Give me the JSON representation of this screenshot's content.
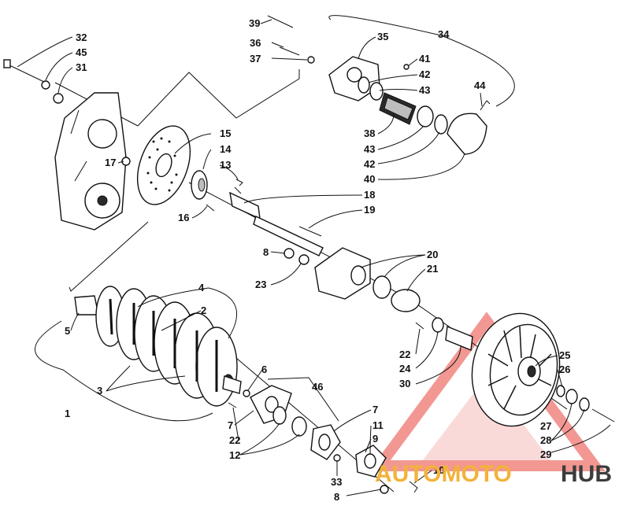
{
  "labels": {
    "l1": "1",
    "l2": "2",
    "l3": "3",
    "l4": "4",
    "l5": "5",
    "l6": "6",
    "l7a": "7",
    "l7b": "7",
    "l8a": "8",
    "l8b": "8",
    "l9": "9",
    "l10": "10",
    "l11": "11",
    "l12": "12",
    "l13": "13",
    "l14": "14",
    "l15": "15",
    "l16": "16",
    "l17": "17",
    "l18": "18",
    "l19": "19",
    "l20": "20",
    "l21": "21",
    "l22a": "22",
    "l22b": "22",
    "l23": "23",
    "l24": "24",
    "l25": "25",
    "l26": "26",
    "l27": "27",
    "l28": "28",
    "l29": "29",
    "l30": "30",
    "l31": "31",
    "l32": "32",
    "l33": "33",
    "l34": "34",
    "l35": "35",
    "l36": "36",
    "l37": "37",
    "l38": "38",
    "l39": "39",
    "l40": "40",
    "l41": "41",
    "l42a": "42",
    "l42b": "42",
    "l43a": "43",
    "l43b": "43",
    "l44": "44",
    "l45": "45",
    "l46": "46"
  },
  "watermark": {
    "part1": "AUTOMOTO",
    "part2": "HUB",
    "color_accent": "#f2b23a",
    "color_dark": "#3c3c3c",
    "triangle_color": "#e8433a"
  }
}
